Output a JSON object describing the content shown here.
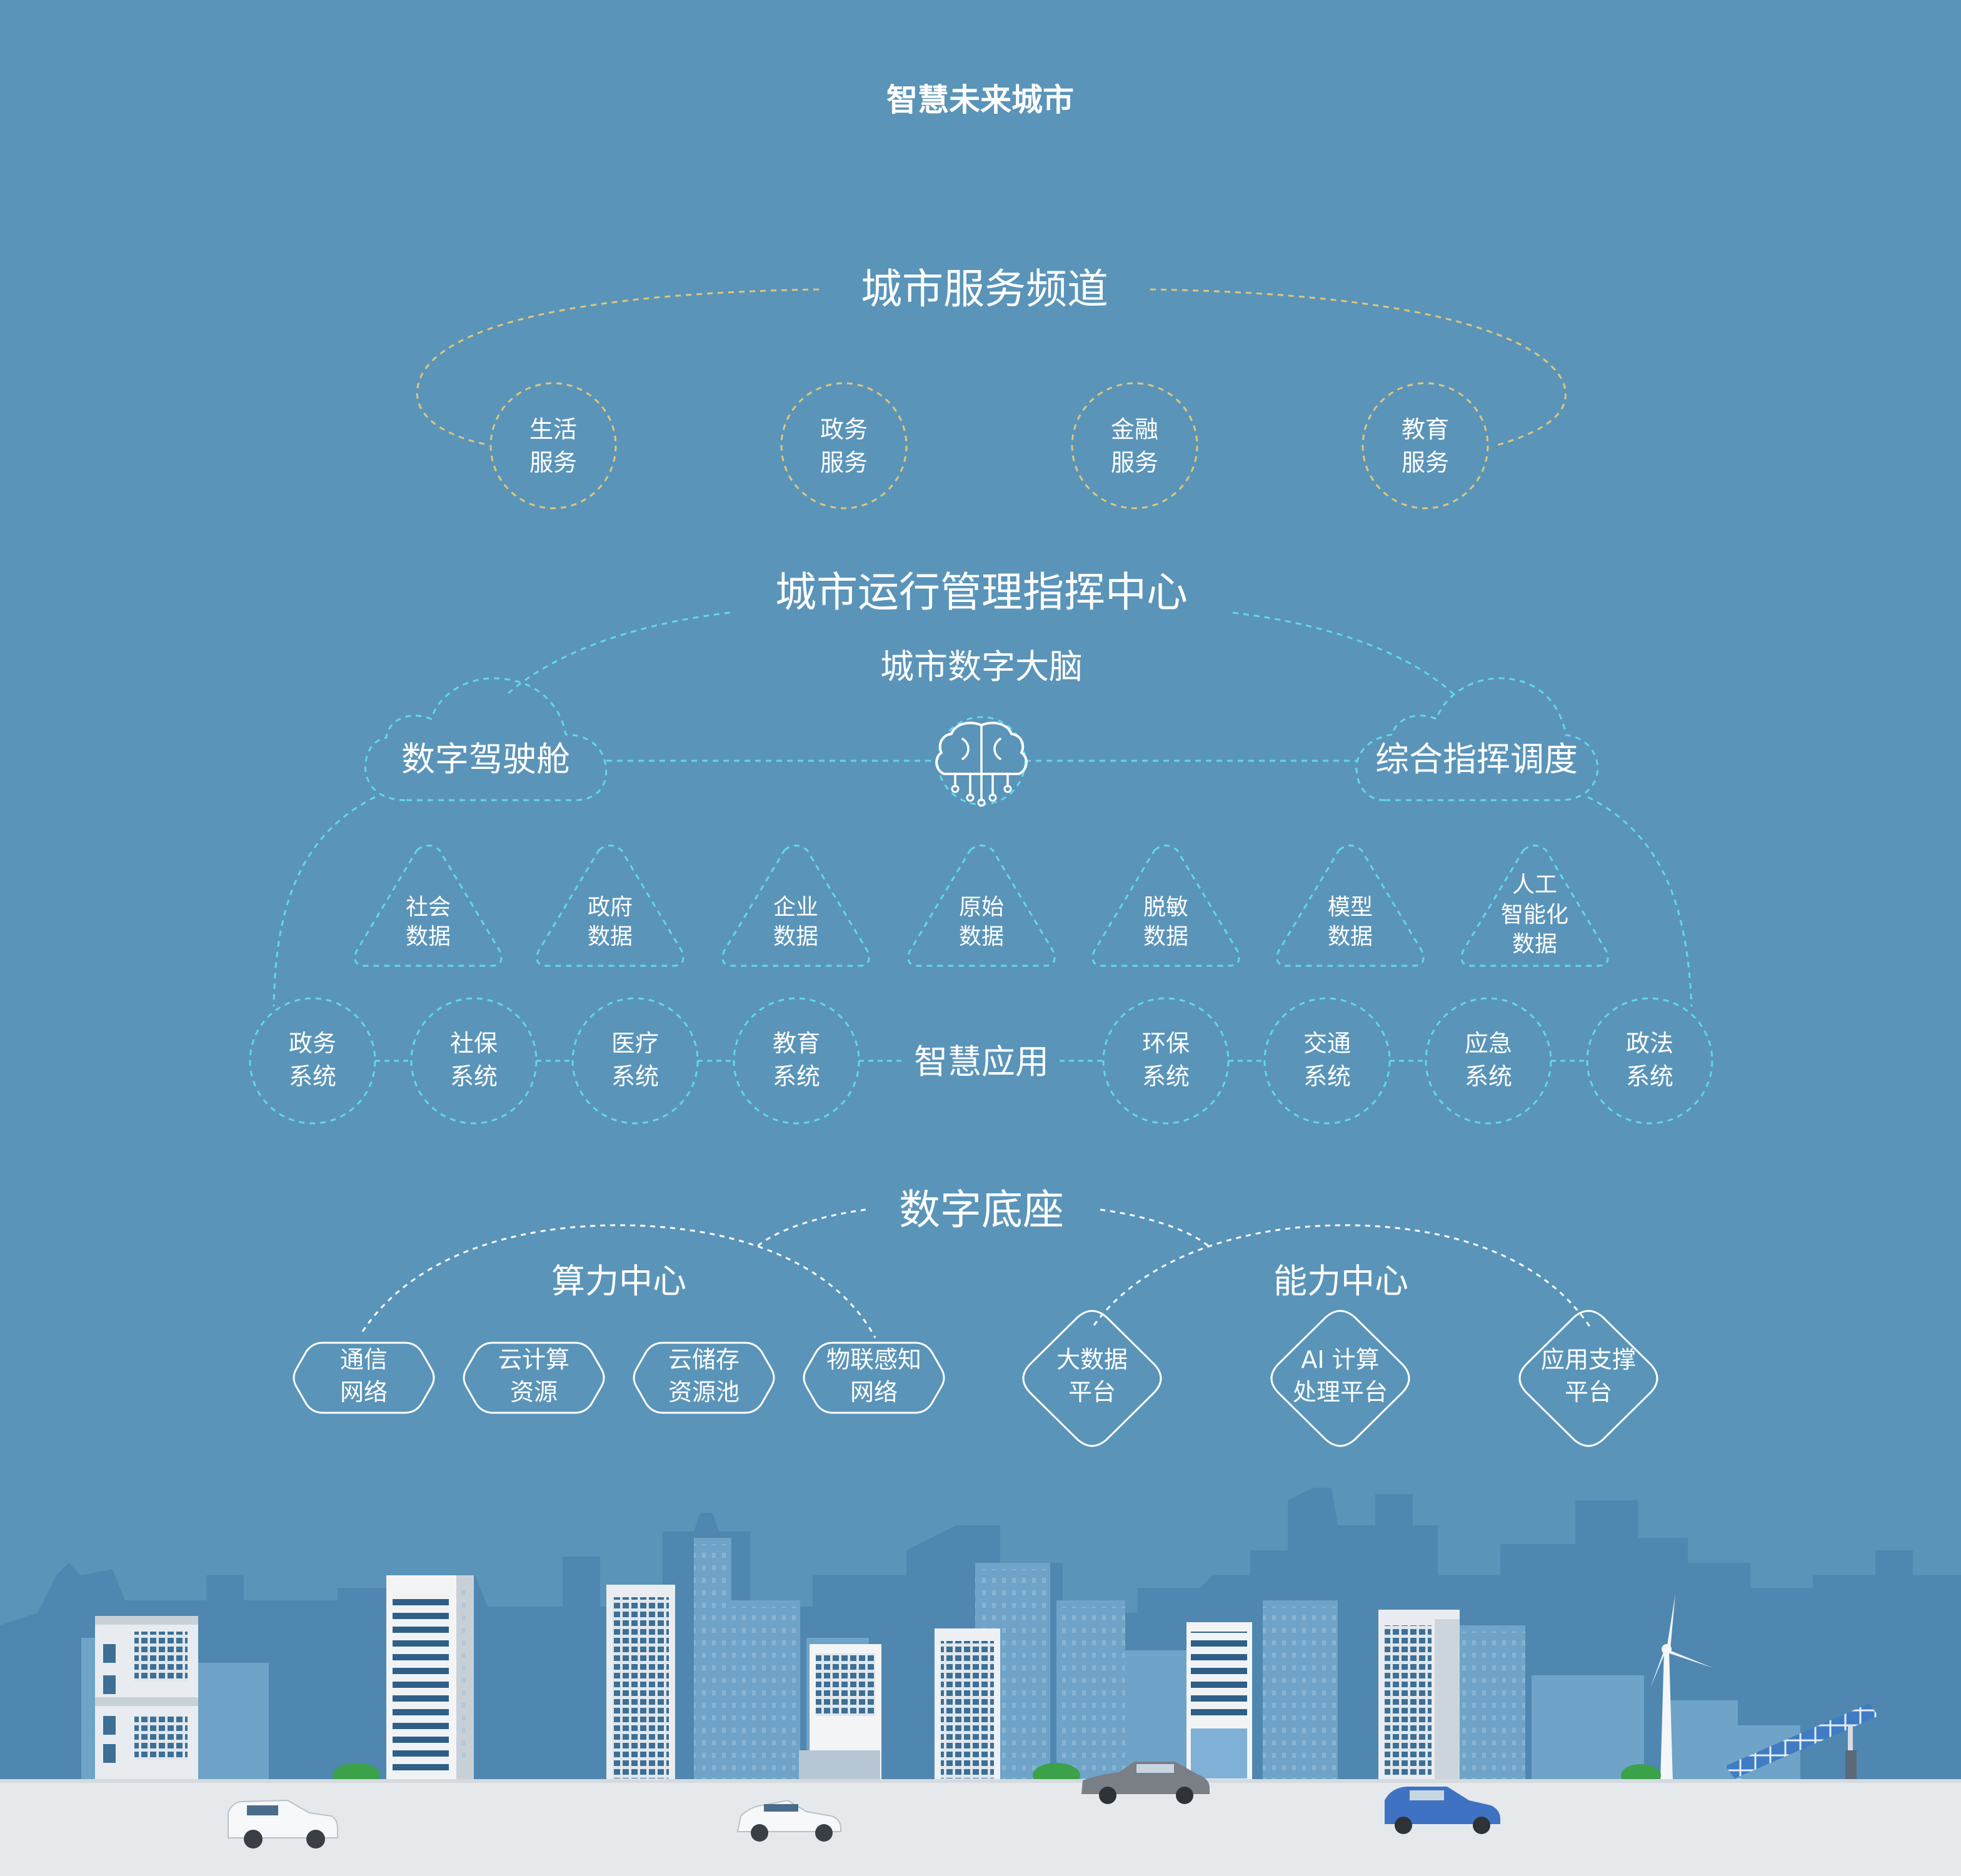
{
  "title": "智慧未来城市",
  "colors": {
    "background": "#5a94b9",
    "service_ring": "#dfc77a",
    "command_ring": "#62d7ee",
    "base_ring": "#ffffff",
    "ground": "#e6e9ec"
  },
  "service_channel": {
    "title": "城市服务频道",
    "nodes": [
      {
        "line1": "生活",
        "line2": "服务"
      },
      {
        "line1": "政务",
        "line2": "服务"
      },
      {
        "line1": "金融",
        "line2": "服务"
      },
      {
        "line1": "教育",
        "line2": "服务"
      }
    ]
  },
  "command_center": {
    "title": "城市运行管理指挥中心",
    "brain_title": "城市数字大脑",
    "brain_icon": "brain-circuit-icon",
    "left_cloud": "数字驾驶舱",
    "right_cloud": "综合指挥调度",
    "data": [
      {
        "lines": [
          "社会",
          "数据"
        ]
      },
      {
        "lines": [
          "政府",
          "数据"
        ]
      },
      {
        "lines": [
          "企业",
          "数据"
        ]
      },
      {
        "lines": [
          "原始",
          "数据"
        ]
      },
      {
        "lines": [
          "脱敏",
          "数据"
        ]
      },
      {
        "lines": [
          "模型",
          "数据"
        ]
      },
      {
        "lines": [
          "人工",
          "智能化",
          "数据"
        ]
      }
    ],
    "apps_label": "智慧应用",
    "systems": [
      {
        "line1": "政务",
        "line2": "系统"
      },
      {
        "line1": "社保",
        "line2": "系统"
      },
      {
        "line1": "医疗",
        "line2": "系统"
      },
      {
        "line1": "教育",
        "line2": "系统"
      },
      {
        "line1": "环保",
        "line2": "系统"
      },
      {
        "line1": "交通",
        "line2": "系统"
      },
      {
        "line1": "应急",
        "line2": "系统"
      },
      {
        "line1": "政法",
        "line2": "系统"
      }
    ]
  },
  "digital_base": {
    "title": "数字底座",
    "compute": {
      "title": "算力中心",
      "nodes": [
        {
          "line1": "通信",
          "line2": "网络"
        },
        {
          "line1": "云计算",
          "line2": "资源"
        },
        {
          "line1": "云储存",
          "line2": "资源池"
        },
        {
          "line1": "物联感知",
          "line2": "网络"
        }
      ]
    },
    "capability": {
      "title": "能力中心",
      "nodes": [
        {
          "line1": "大数据",
          "line2": "平台"
        },
        {
          "line1": "AI 计算",
          "line2": "处理平台"
        },
        {
          "line1": "应用支撑",
          "line2": "平台"
        }
      ]
    }
  },
  "scene": {
    "illustration": "city-skyline-illustration",
    "items": [
      "office-building",
      "wind-turbine-icon",
      "solar-panel-icon",
      "car-icon",
      "shrub-icon"
    ]
  }
}
